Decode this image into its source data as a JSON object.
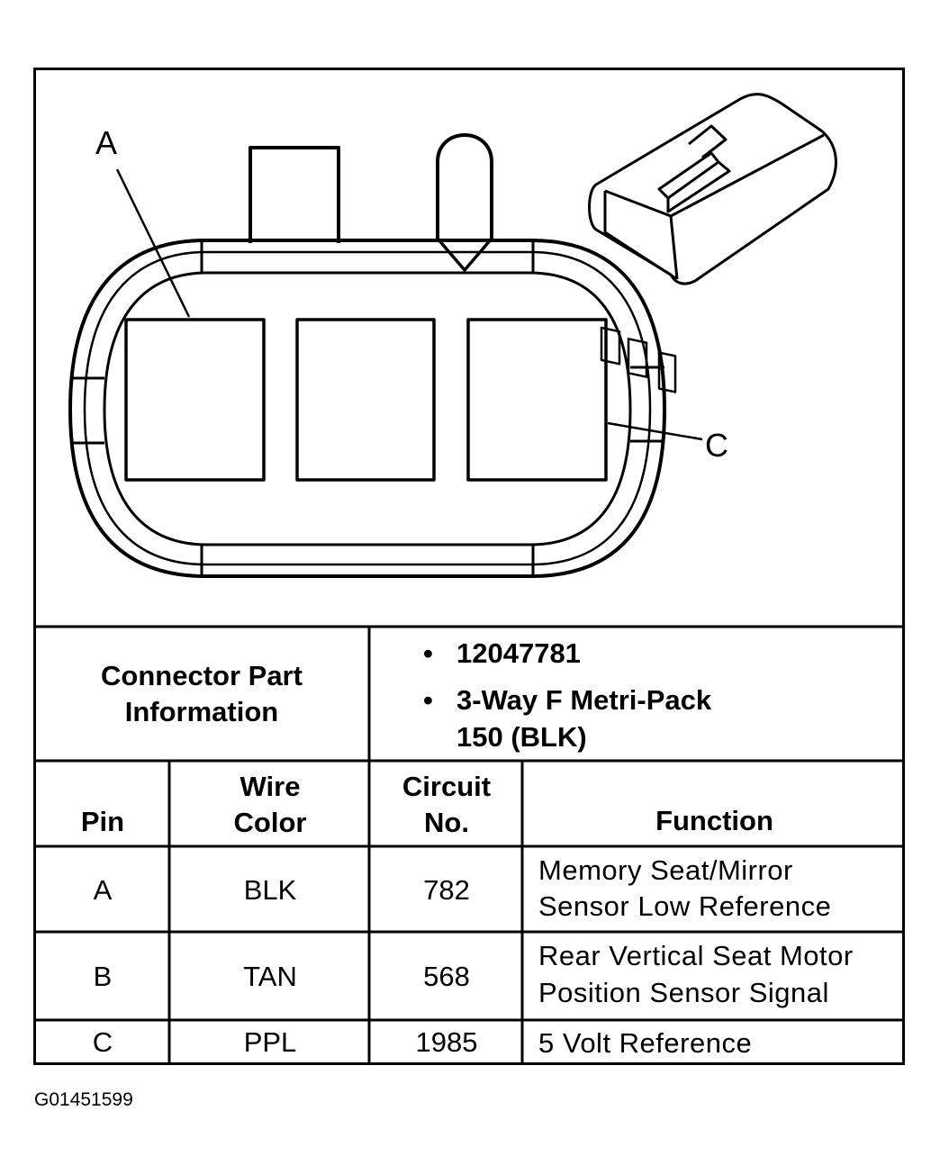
{
  "callouts": {
    "pin_a": "A",
    "pin_c": "C"
  },
  "connector_info": {
    "label_line1": "Connector Part",
    "label_line2": "Information",
    "bullet": "•",
    "part_number": "12047781",
    "description_line1": "3-Way F Metri-Pack",
    "description_line2": "150 (BLK)"
  },
  "table": {
    "headers": {
      "pin": "Pin",
      "wire_color_line1": "Wire",
      "wire_color_line2": "Color",
      "circuit_line1": "Circuit",
      "circuit_line2": "No.",
      "function": "Function"
    },
    "rows": [
      {
        "pin": "A",
        "wire_color": "BLK",
        "circuit": "782",
        "function_line1": "Memory Seat/Mirror",
        "function_line2": "Sensor Low Reference"
      },
      {
        "pin": "B",
        "wire_color": "TAN",
        "circuit": "568",
        "function_line1": "Rear Vertical Seat Motor",
        "function_line2": "Position Sensor Signal"
      },
      {
        "pin": "C",
        "wire_color": "PPL",
        "circuit": "1985",
        "function_line1": "5 Volt Reference",
        "function_line2": ""
      }
    ]
  },
  "figure_id": "G01451599"
}
